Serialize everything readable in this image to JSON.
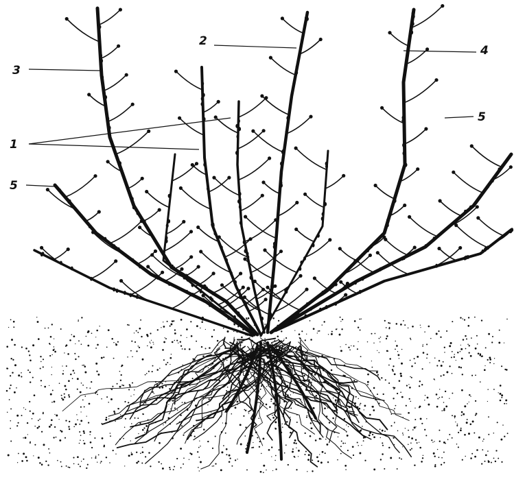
{
  "figure": {
    "background": "#ffffff",
    "ink": "#111111",
    "labels": {
      "young_shoots": "1",
      "second_year_branch": "2",
      "third_year_branch": "3",
      "fourth_year_branch": "4",
      "old_branch_right": "5",
      "old_branch_left": "5"
    }
  }
}
